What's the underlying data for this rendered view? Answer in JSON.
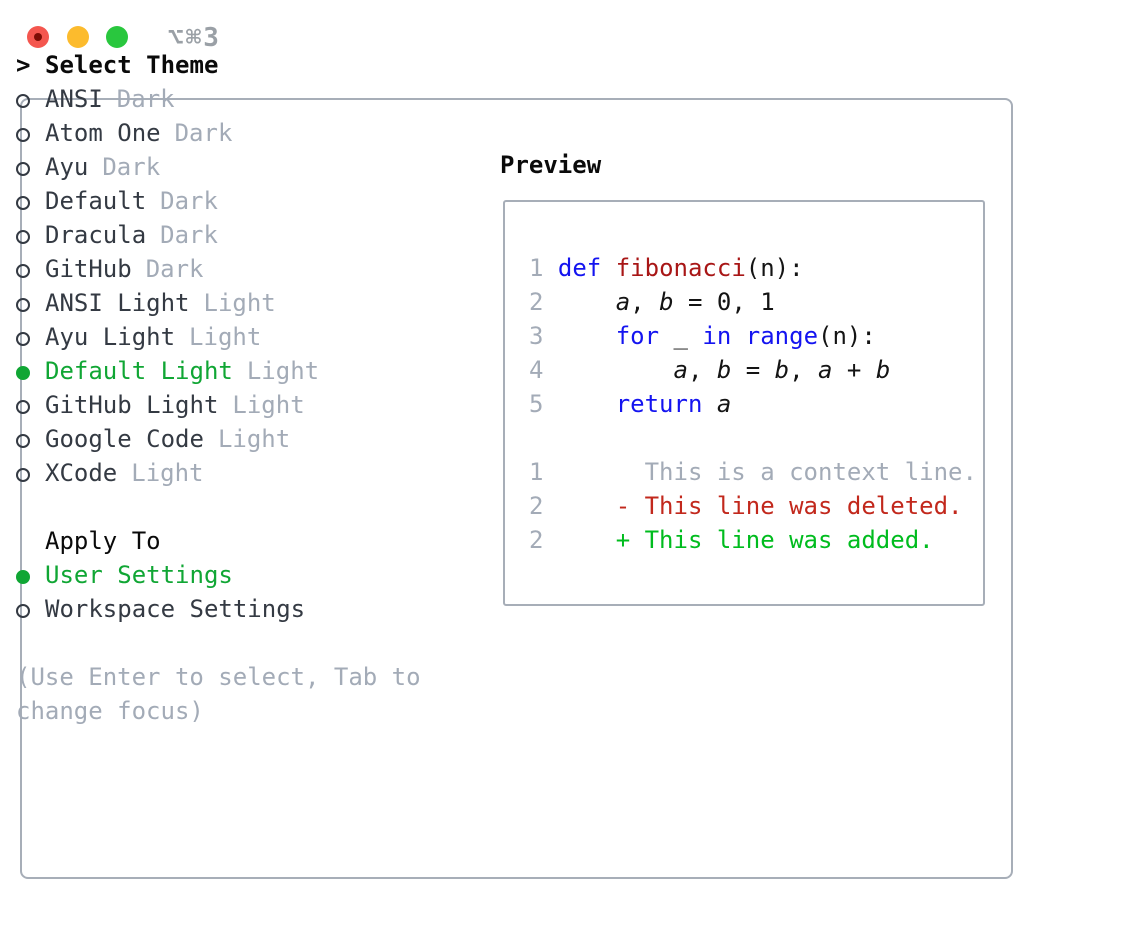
{
  "window": {
    "hotkey": "⌥⌘3"
  },
  "theme_panel": {
    "prompt": ">",
    "title": "Select Theme",
    "items": [
      {
        "label": "ANSI",
        "tag": "Dark",
        "selected": false
      },
      {
        "label": "Atom One",
        "tag": "Dark",
        "selected": false
      },
      {
        "label": "Ayu",
        "tag": "Dark",
        "selected": false
      },
      {
        "label": "Default",
        "tag": "Dark",
        "selected": false
      },
      {
        "label": "Dracula",
        "tag": "Dark",
        "selected": false
      },
      {
        "label": "GitHub",
        "tag": "Dark",
        "selected": false
      },
      {
        "label": "ANSI Light",
        "tag": "Light",
        "selected": false
      },
      {
        "label": "Ayu Light",
        "tag": "Light",
        "selected": false
      },
      {
        "label": "Default Light",
        "tag": "Light",
        "selected": true
      },
      {
        "label": "GitHub Light",
        "tag": "Light",
        "selected": false
      },
      {
        "label": "Google Code",
        "tag": "Light",
        "selected": false
      },
      {
        "label": "XCode",
        "tag": "Light",
        "selected": false
      }
    ],
    "apply_to": {
      "title": "Apply To",
      "options": [
        {
          "label": "User Settings",
          "selected": true
        },
        {
          "label": "Workspace Settings",
          "selected": false
        }
      ]
    },
    "hint_lines": [
      "(Use Enter to select, Tab to",
      "change focus)"
    ]
  },
  "preview": {
    "title": "Preview",
    "lines": [
      {
        "num": "1",
        "parts": [
          [
            "kw",
            "def"
          ],
          [
            "plain",
            " "
          ],
          [
            "fn",
            "fibonacci"
          ],
          [
            "plain",
            "(n):"
          ]
        ]
      },
      {
        "num": "2",
        "parts": [
          [
            "plain",
            "    "
          ],
          [
            "var",
            "a"
          ],
          [
            "plain",
            ", "
          ],
          [
            "var",
            "b"
          ],
          [
            "plain",
            " = 0, 1"
          ]
        ]
      },
      {
        "num": "3",
        "parts": [
          [
            "plain",
            "    "
          ],
          [
            "kw",
            "for"
          ],
          [
            "plain",
            " _ "
          ],
          [
            "kw",
            "in"
          ],
          [
            "plain",
            " "
          ],
          [
            "kw",
            "range"
          ],
          [
            "plain",
            "(n):"
          ]
        ]
      },
      {
        "num": "4",
        "parts": [
          [
            "plain",
            "        "
          ],
          [
            "var",
            "a"
          ],
          [
            "plain",
            ", "
          ],
          [
            "var",
            "b"
          ],
          [
            "plain",
            " = "
          ],
          [
            "var",
            "b"
          ],
          [
            "plain",
            ", "
          ],
          [
            "var",
            "a"
          ],
          [
            "plain",
            " + "
          ],
          [
            "var",
            "b"
          ]
        ]
      },
      {
        "num": "5",
        "parts": [
          [
            "plain",
            "    "
          ],
          [
            "kw",
            "return"
          ],
          [
            "plain",
            " "
          ],
          [
            "var",
            "a"
          ]
        ]
      },
      {
        "num": "",
        "parts": []
      },
      {
        "num": "1",
        "parts": [
          [
            "ctx",
            "      This is a context line."
          ]
        ]
      },
      {
        "num": "2",
        "parts": [
          [
            "del",
            "    - This line was deleted."
          ]
        ]
      },
      {
        "num": "2",
        "parts": [
          [
            "add",
            "    + This line was added."
          ]
        ]
      }
    ]
  },
  "colors": {
    "light_red": "#f4564e",
    "light_red_dot": "#7d0d05",
    "light_yellow": "#fcbb2d",
    "light_green": "#29c73e",
    "hotkey_gray": "#9aa0a6",
    "border_gray": "#a7aeb8",
    "text_dark": "#343a43",
    "heading_black": "#0a0a0a",
    "dim_gray": "#a3abb7",
    "ui_green": "#10a634",
    "added_green": "#00bc1e",
    "deleted_red": "#c2281c",
    "fn_red": "#a81616",
    "kw_blue": "#1414f0",
    "code_black": "#141414"
  }
}
